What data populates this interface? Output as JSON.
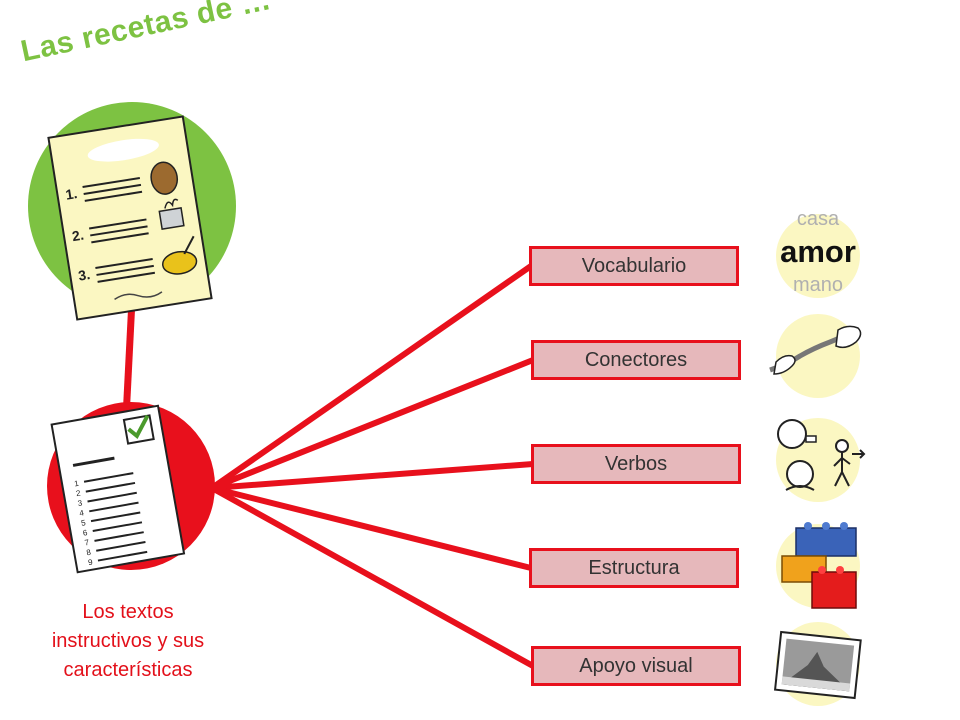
{
  "title": "Las recetas de …",
  "center_caption": [
    "Los textos",
    "instructivos y sus",
    "características"
  ],
  "branches": [
    {
      "label": "Vocabulario",
      "icon": "words-icon"
    },
    {
      "label": "Conectores",
      "icon": "hands-rope-icon"
    },
    {
      "label": "Verbos",
      "icon": "actions-icon"
    },
    {
      "label": "Estructura",
      "icon": "blocks-icon"
    },
    {
      "label": "Apoyo visual",
      "icon": "photo-icon"
    }
  ],
  "vocab_words": {
    "top": "casa",
    "middle": "amor",
    "bottom": "mano"
  },
  "recipe_steps": [
    "1.",
    "2.",
    "3."
  ],
  "checklist_numbers": [
    "1",
    "2",
    "3",
    "4",
    "5",
    "6",
    "7",
    "8",
    "9"
  ],
  "colors": {
    "accent_red": "#e8101c",
    "title_green": "#7dc242",
    "box_fill": "#e6b8bb",
    "pale_yellow": "#fbf7c2"
  }
}
